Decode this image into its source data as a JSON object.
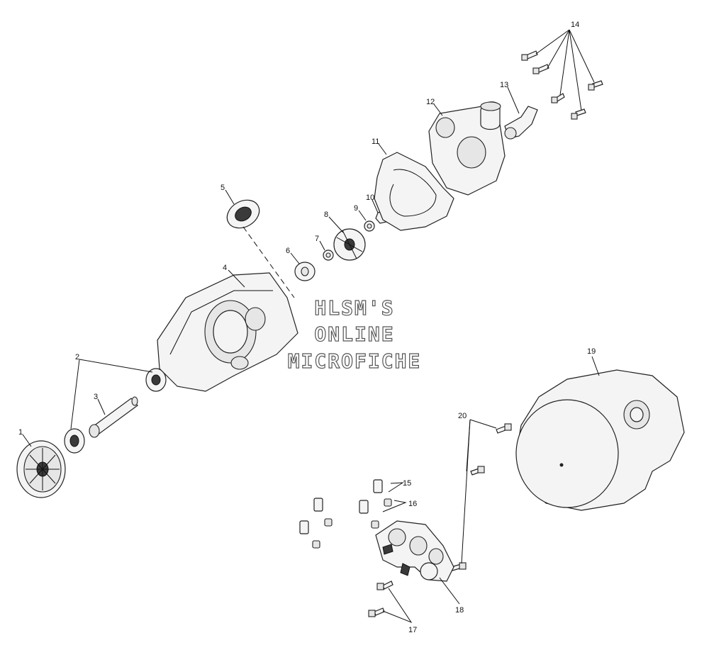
{
  "watermark": {
    "line1": "HLSM'S",
    "line2": "ONLINE",
    "line3": "MICROFICHE"
  },
  "callouts": {
    "c1": "1",
    "c2": "2",
    "c3": "3",
    "c4": "4",
    "c5": "5",
    "c6": "6",
    "c7": "7",
    "c8": "8",
    "c9": "9",
    "c10": "10",
    "c11": "11",
    "c12": "12",
    "c13": "13",
    "c14": "14",
    "c15": "15",
    "c16": "16",
    "c17": "17",
    "c18": "18",
    "c19": "19",
    "c20": "20"
  }
}
